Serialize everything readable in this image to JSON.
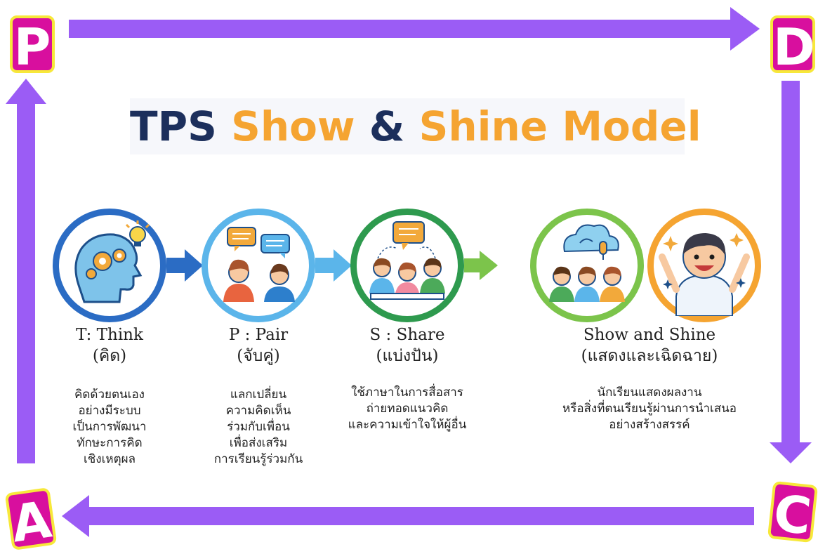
{
  "pdca": {
    "p": "P",
    "d": "D",
    "c": "C",
    "a": "A"
  },
  "title": {
    "part1": "TPS",
    "part2": "Show",
    "part3": "&",
    "part4": "Shine Model"
  },
  "colors": {
    "frame_arrow": "#9b5cf5",
    "pdca_bg": "#d80f9e",
    "pdca_border": "#f7e83a",
    "title_navy": "#1c2f5c",
    "title_orange": "#f5a431",
    "think": "#2b6cc4",
    "pair": "#5bb5ea",
    "share": "#2e9a4e",
    "show": "#7cc44b",
    "shine": "#f5a431"
  },
  "steps": [
    {
      "title": "T: Think",
      "subtitle": "(คิด)",
      "desc": [
        "คิดด้วยตนเอง",
        "อย่างมีระบบ",
        "เป็นการพัฒนา",
        "ทักษะการคิด",
        "เชิงเหตุผล"
      ],
      "icon": "brain-gears-icon"
    },
    {
      "title": "P : Pair",
      "subtitle": "(จับคู่)",
      "desc": [
        "แลกเปลี่ยน",
        "ความคิดเห็น",
        "ร่วมกับเพื่อน",
        "เพื่อส่งเสริม",
        "การเรียนรู้ร่วมกัน"
      ],
      "icon": "pair-talk-icon"
    },
    {
      "title": "S : Share",
      "subtitle": "(แบ่งปัน)",
      "desc": [
        "ใช้ภาษาในการสื่อสาร",
        "ถ่ายทอดแนวคิด",
        "และความเข้าใจให้ผู้อื่น"
      ],
      "icon": "group-share-icon"
    },
    {
      "title": "Show and Shine",
      "subtitle": "(แสดงและเฉิดฉาย)",
      "desc": [
        "นักเรียนแสดงผลงาน",
        "หรือสิ่งที่ตนเรียนรู้ผ่านการนำเสนอ",
        "อย่างสร้างสรรค์"
      ],
      "icon": "presentation-icon"
    }
  ]
}
